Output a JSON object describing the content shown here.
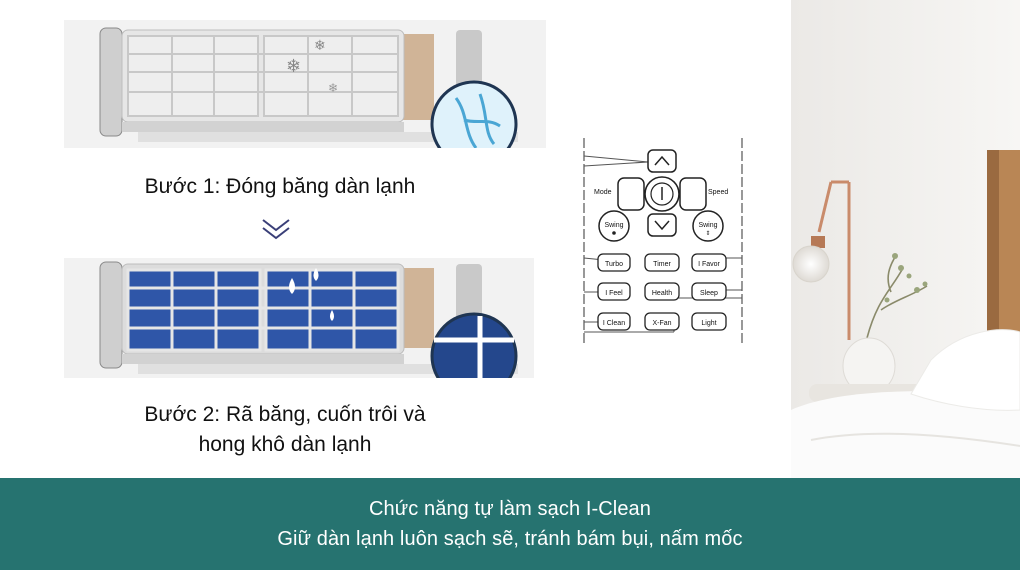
{
  "steps": {
    "step1": "Bước 1: Đóng băng dàn lạnh",
    "step2_line1": "Bước 2: Rã băng, cuốn trôi và",
    "step2_line2": "hong khô dàn lạnh"
  },
  "remote": {
    "mode": "Mode",
    "speed": "Speed",
    "swing_left": "Swing",
    "swing_right": "Swing",
    "turbo": "Turbo",
    "timer": "Timer",
    "ifavor": "I Favor",
    "ifeel": "I Feel",
    "health": "Health",
    "sleep": "Sleep",
    "iclean": "I Clean",
    "xfan": "X-Fan",
    "light": "Light"
  },
  "footer": {
    "line1": "Chức năng tự làm sạch I-Clean",
    "line2": "Giữ dàn lạnh luôn sạch sẽ, tránh bám bụi, nấm mốc"
  },
  "colors": {
    "banner": "#267370",
    "filter_blue": "#2f56a8"
  }
}
